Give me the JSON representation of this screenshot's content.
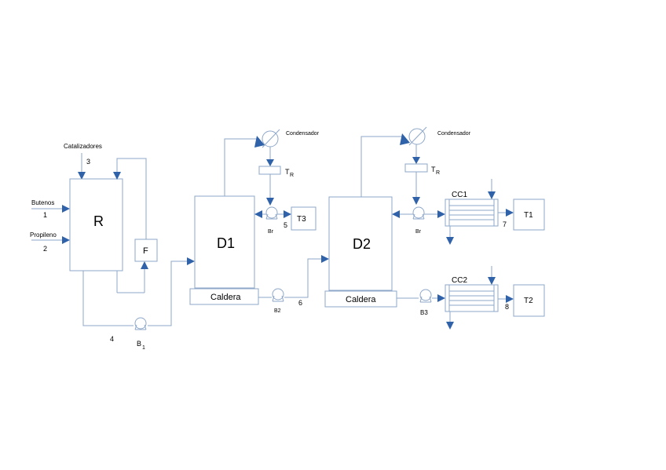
{
  "feeds": {
    "catalizadores": "Catalizadores",
    "butenos": "Butenos",
    "propileno": "Propileno"
  },
  "streams": {
    "s1": "1",
    "s2": "2",
    "s3": "3",
    "s4": "4",
    "s5": "5",
    "s6": "6",
    "s7": "7",
    "s8": "8"
  },
  "units": {
    "reactor": "R",
    "filter": "F",
    "pump_b1": "B",
    "pump_b1_sub": "1",
    "column_d1": "D1",
    "caldera_1": "Caldera",
    "pump_b2": "B2",
    "condensador_1": "Condensador",
    "tank_tr1": "T",
    "tank_tr1_sub": "R",
    "pump_br1": "Br",
    "tank_t3": "T3",
    "column_d2": "D2",
    "caldera_2": "Caldera",
    "condensador_2": "Condensador",
    "tank_tr2": "T",
    "tank_tr2_sub": "R",
    "pump_br2": "Br",
    "pump_b3": "B3",
    "exchanger_cc1": "CC1",
    "exchanger_cc2": "CC2",
    "tank_t1": "T1",
    "tank_t2": "T2"
  },
  "colors": {
    "line": "#8ea7c9",
    "arrow": "#2f62a8"
  }
}
